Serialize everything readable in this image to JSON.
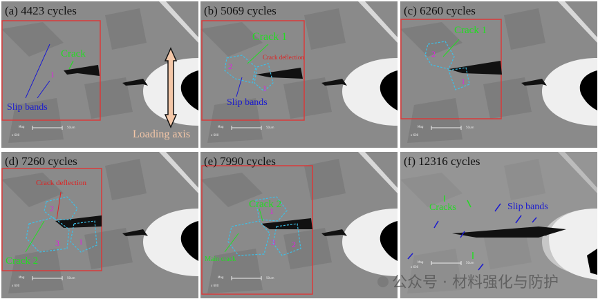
{
  "panels": [
    {
      "title": "(a) 4423 cycles",
      "labels": {
        "crack": "Crack",
        "slip_bands": "Slip bands",
        "grain1": "1",
        "loading_axis": "Loading axis"
      }
    },
    {
      "title": "(b) 5069 cycles",
      "labels": {
        "crack1": "Crack 1",
        "crack_deflection": "Crack deflection",
        "slip_bands": "Slip bands",
        "grain1": "1",
        "grain2": "2"
      }
    },
    {
      "title": "(c) 6260 cycles",
      "labels": {
        "crack1": "Crack 1",
        "grain1": "1",
        "grain2": "2"
      }
    },
    {
      "title": "(d) 7260 cycles",
      "labels": {
        "crack_deflection": "Crack deflection",
        "crack2": "Crack 2",
        "grain1": "1",
        "grain2": "2",
        "grain3": "3"
      }
    },
    {
      "title": "(e) 7990 cycles",
      "labels": {
        "crack2": "Crack 2",
        "main_crack": "Main crack",
        "grain1": "1",
        "grain2": "2",
        "grain3": "3"
      }
    },
    {
      "title": "(f) 12316 cycles",
      "labels": {
        "cracks": "Cracks",
        "slip_bands": "Slip bands"
      }
    }
  ],
  "scale_bar": {
    "mag": "Mag",
    "mag_value": "x 600",
    "length": "50um"
  },
  "watermark": "公众号 · 材料强化与防护",
  "colors": {
    "box": "#d93a3a",
    "crack_label": "#22dd22",
    "slip_label": "#1a1ad0",
    "deflection_label": "#e02020",
    "grain_label": "#e020e0",
    "grain_outline": "#3cc0e8",
    "loading_axis": "#f4c7a8"
  }
}
